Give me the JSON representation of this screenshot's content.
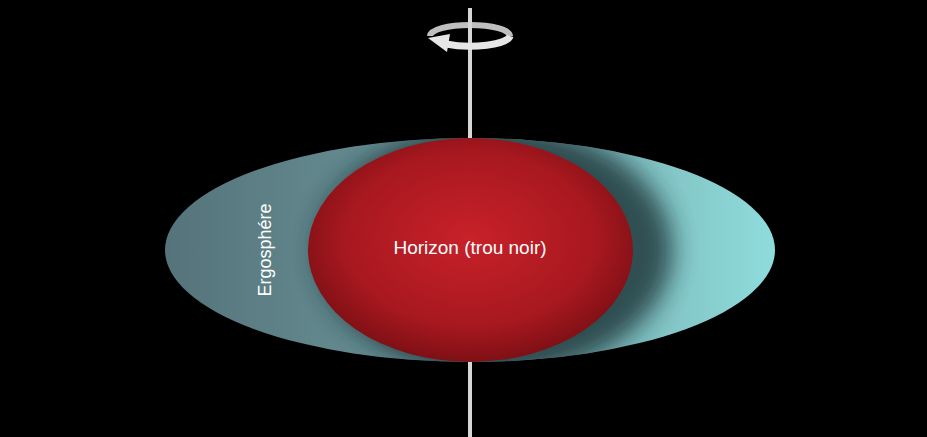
{
  "diagram": {
    "nodes": [
      {
        "text": [
          "Ergosphére"
        ]
      },
      {
        "text": [
          "Horizon (trou noir)"
        ],
        "in": 0
      }
    ]
  }
}
